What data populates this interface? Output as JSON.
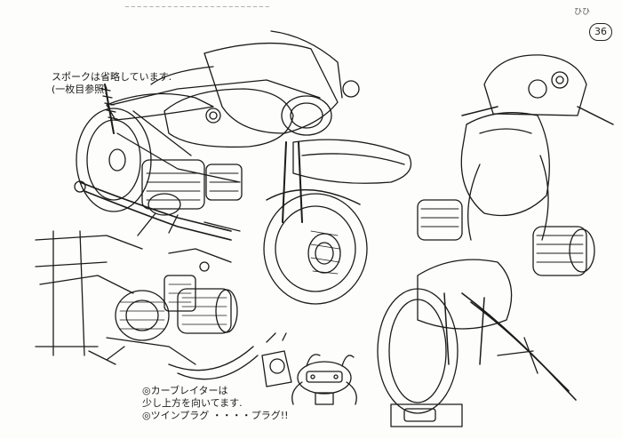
{
  "sheet": {
    "header_scribble": "~~~~~~~~~~~~~~~~~~~~~~~~",
    "corner_mark": "ひひ",
    "page_number": "36"
  },
  "notes": {
    "spokes_line1": "スポークは省略しています.",
    "spokes_line2": "(一枚目参照)",
    "carb_line1": "◎カーブレイターは",
    "carb_line2": "少し上方を向いてます.",
    "carb_line3": "◎ツインプラグ ・・・・プラグ!!"
  },
  "drawings": [
    {
      "subject": "motorcycle-three-quarter-front"
    },
    {
      "subject": "motorcycle-rear-three-quarter"
    },
    {
      "subject": "engine-carburetor-detail"
    },
    {
      "subject": "twin-plug-cylinder-head-detail"
    }
  ]
}
